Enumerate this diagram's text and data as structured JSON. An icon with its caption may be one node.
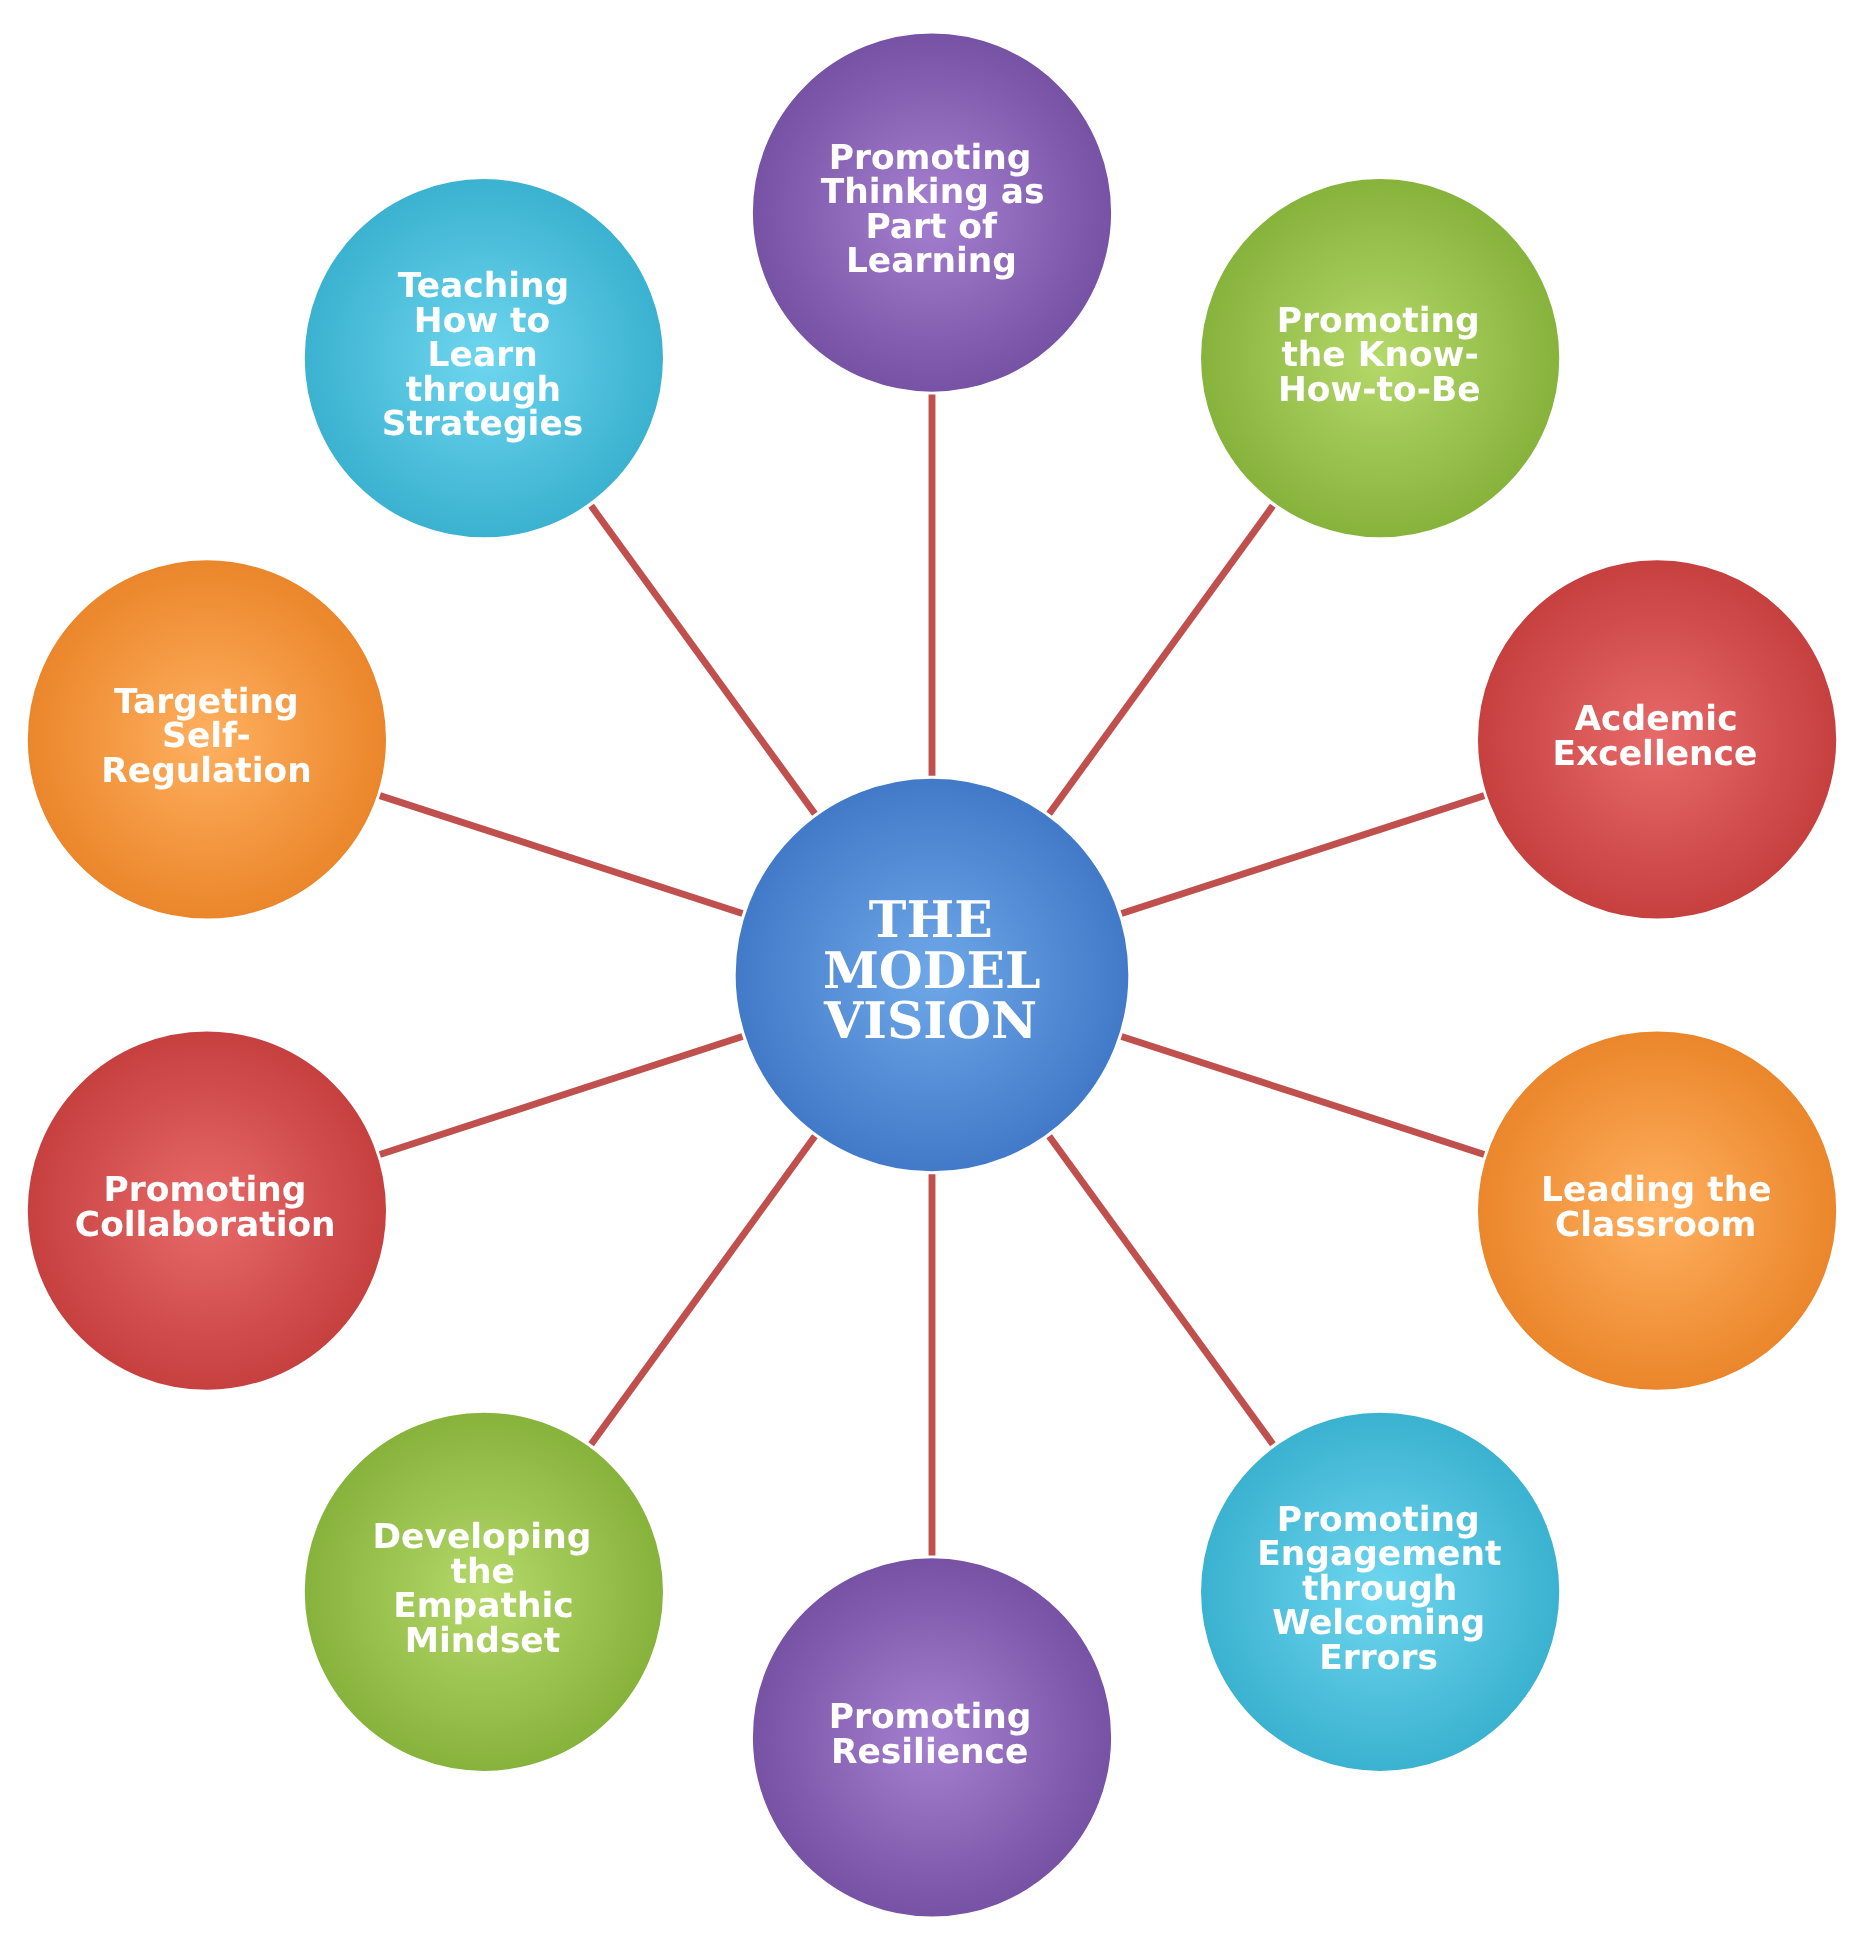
{
  "diagram": {
    "nodes": [
      {
        "text": [
          "THE MODEL VISION"
        ]
      },
      {
        "text": [
          "Acdemic Excellence"
        ]
      },
      {
        "text": [
          "Promoting the Know-How-to-Be"
        ]
      },
      {
        "text": [
          "Promoting Thinking as Part of Learning"
        ]
      },
      {
        "text": [
          "Teaching How to Learn through Strategies"
        ]
      },
      {
        "text": [
          "Targeting Self-Regulation"
        ]
      },
      {
        "text": [
          "Promoting Collaboration"
        ]
      },
      {
        "text": [
          "Developing the Empathic Mindset"
        ]
      },
      {
        "text": [
          "Promoting Resilience"
        ]
      },
      {
        "text": [
          "Promoting Engagement through Welcoming Errors"
        ]
      },
      {
        "text": [
          "Leading the Classroom"
        ]
      }
    ],
    "edges": [
      {
        "from": 0,
        "to": 1,
        "arrow": "none"
      },
      {
        "from": 0,
        "to": 2,
        "arrow": "none"
      },
      {
        "from": 0,
        "to": 3,
        "arrow": "none"
      },
      {
        "from": 0,
        "to": 4,
        "arrow": "none"
      },
      {
        "from": 0,
        "to": 5,
        "arrow": "none"
      },
      {
        "from": 0,
        "to": 6,
        "arrow": "none"
      },
      {
        "from": 0,
        "to": 7,
        "arrow": "none"
      },
      {
        "from": 0,
        "to": 8,
        "arrow": "none"
      },
      {
        "from": 0,
        "to": 9,
        "arrow": "none"
      },
      {
        "from": 0,
        "to": 10,
        "arrow": "none"
      }
    ]
  }
}
